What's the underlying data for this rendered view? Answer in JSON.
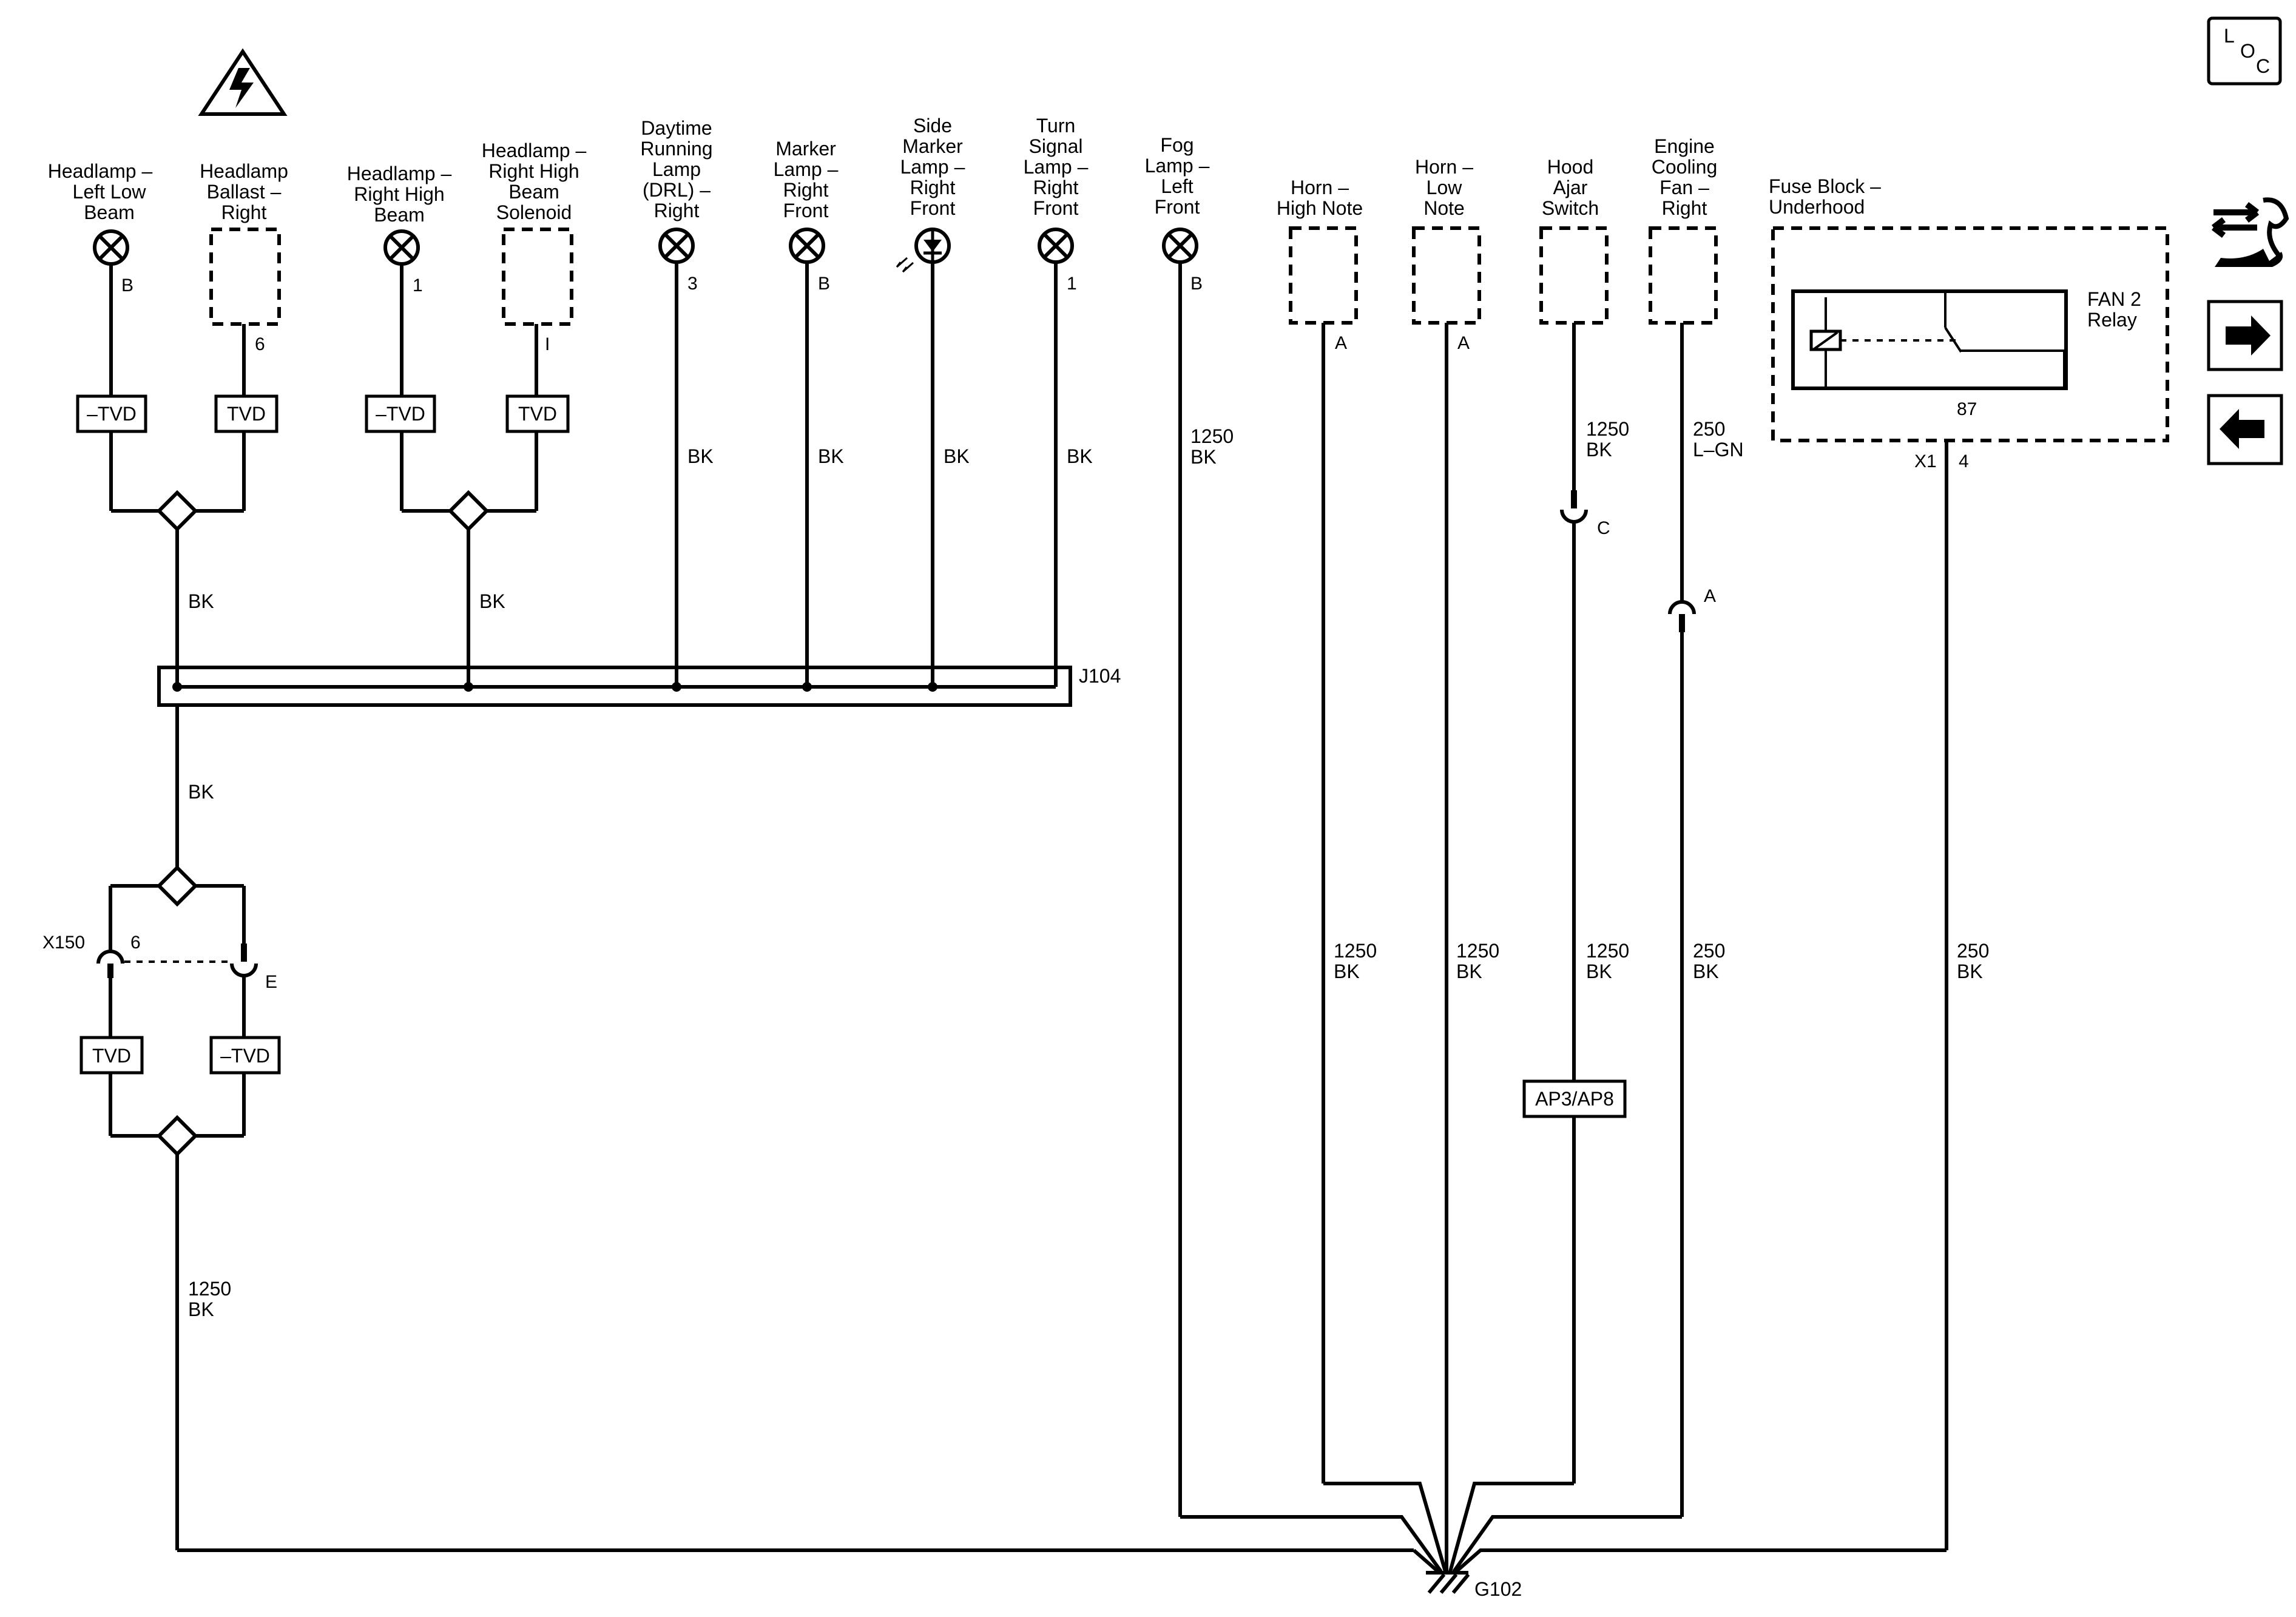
{
  "components": {
    "hl_left_low": [
      "Headlamp –",
      "Left Low",
      "Beam"
    ],
    "hl_ballast_right": [
      "Headlamp",
      "Ballast –",
      "Right"
    ],
    "hl_right_high": [
      "Headlamp –",
      "Right High",
      "Beam"
    ],
    "hl_right_high_sol": [
      "Headlamp –",
      "Right High",
      "Beam",
      "Solenoid"
    ],
    "drl": [
      "Daytime",
      "Running",
      "Lamp",
      "(DRL) –",
      "Right"
    ],
    "marker_lamp": [
      "Marker",
      "Lamp –",
      "Right",
      "Front"
    ],
    "side_marker": [
      "Side",
      "Marker",
      "Lamp –",
      "Right",
      "Front"
    ],
    "turn_signal": [
      "Turn",
      "Signal",
      "Lamp –",
      "Right",
      "Front"
    ],
    "fog_lamp": [
      "Fog",
      "Lamp –",
      "Left",
      "Front"
    ],
    "horn_high": [
      "Horn –",
      "High Note"
    ],
    "horn_low": [
      "Horn –",
      "Low",
      "Note"
    ],
    "hood_ajar": [
      "Hood",
      "Ajar",
      "Switch"
    ],
    "cooling_fan": [
      "Engine",
      "Cooling",
      "Fan –",
      "Right"
    ],
    "fuse_block": [
      "Fuse Block –",
      "Underhood"
    ],
    "fan2_relay": [
      "FAN 2",
      "Relay"
    ]
  },
  "pins": {
    "hl_left_low": "B",
    "hl_ballast": "6",
    "hl_right_high": "1",
    "hl_solenoid": "I",
    "drl": "3",
    "marker": "B",
    "turn": "1",
    "fog": "B",
    "horn_high": "A",
    "horn_low": "A",
    "hood_c": "C",
    "fan_a": "A",
    "relay_87": "87",
    "x1_connector": "X1",
    "x1_pin": "4",
    "x150_connector": "X150",
    "x150_pin_6": "6",
    "x150_pin_e": "E"
  },
  "wires": {
    "bk": "BK",
    "size_1250": "1250",
    "size_250": "250",
    "l_gn": "L–GN"
  },
  "boxes": {
    "tvd": "TVD",
    "neg_tvd": "–TVD",
    "ap3_ap8": "AP3/AP8"
  },
  "splice": "J104",
  "ground": "G102",
  "nav": {
    "loc_l": "L",
    "loc_o": "O",
    "loc_c": "C"
  },
  "icons": [
    "caution-icon",
    "loc-icon",
    "component-wrench-icon",
    "next-arrow-icon",
    "prev-arrow-icon"
  ]
}
